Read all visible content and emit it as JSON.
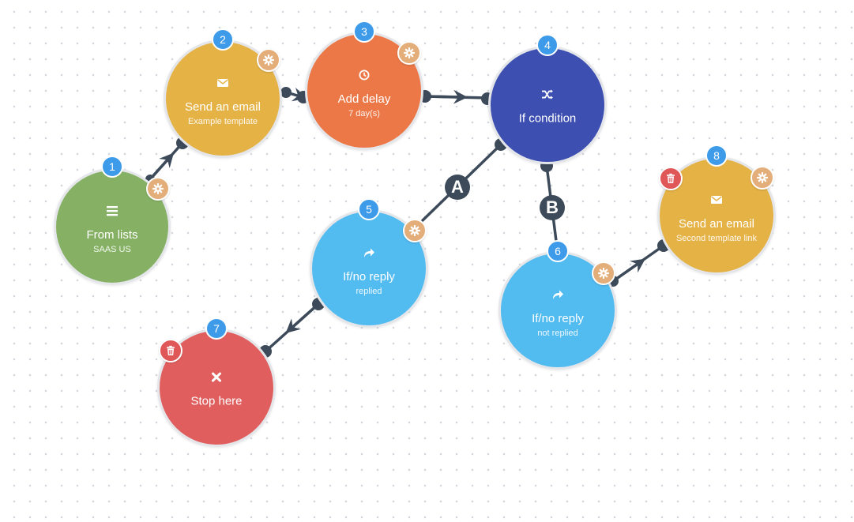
{
  "colors": {
    "green": "#86b164",
    "yellow": "#e5b246",
    "orange": "#ec7847",
    "indigo": "#3d4fb0",
    "sky": "#52bbf0",
    "red": "#e05f5e",
    "connector": "#3d4a5a",
    "badge": "#3d9be9",
    "gear": "#e4ae7a",
    "trash": "#df5757"
  },
  "nodes": [
    {
      "number": "1",
      "icon": "list-icon",
      "title": "From lists",
      "subtitle": "SAAS US",
      "color": "#86b164",
      "action": "gear"
    },
    {
      "number": "2",
      "icon": "envelope-icon",
      "title": "Send an email",
      "subtitle": "Example template",
      "color": "#e5b246",
      "action": "gear"
    },
    {
      "number": "3",
      "icon": "clock-icon",
      "title": "Add delay",
      "subtitle": "7 day(s)",
      "color": "#ec7847",
      "action": "gear"
    },
    {
      "number": "4",
      "icon": "shuffle-icon",
      "title": "If condition",
      "subtitle": "",
      "color": "#3d4fb0",
      "action": ""
    },
    {
      "number": "5",
      "icon": "reply-arrow-icon",
      "title": "If/no reply",
      "subtitle": "replied",
      "color": "#52bbf0",
      "action": "gear"
    },
    {
      "number": "6",
      "icon": "reply-arrow-icon",
      "title": "If/no reply",
      "subtitle": "not replied",
      "color": "#52bbf0",
      "action": "gear"
    },
    {
      "number": "7",
      "icon": "close-icon",
      "title": "Stop here",
      "subtitle": "",
      "color": "#e05f5e",
      "action": "trash"
    },
    {
      "number": "8",
      "icon": "envelope-icon",
      "title": "Send an email",
      "subtitle": "Second template link",
      "color": "#e5b246",
      "action": "gear+trash"
    }
  ],
  "branches": [
    {
      "label": "A"
    },
    {
      "label": "B"
    }
  ]
}
